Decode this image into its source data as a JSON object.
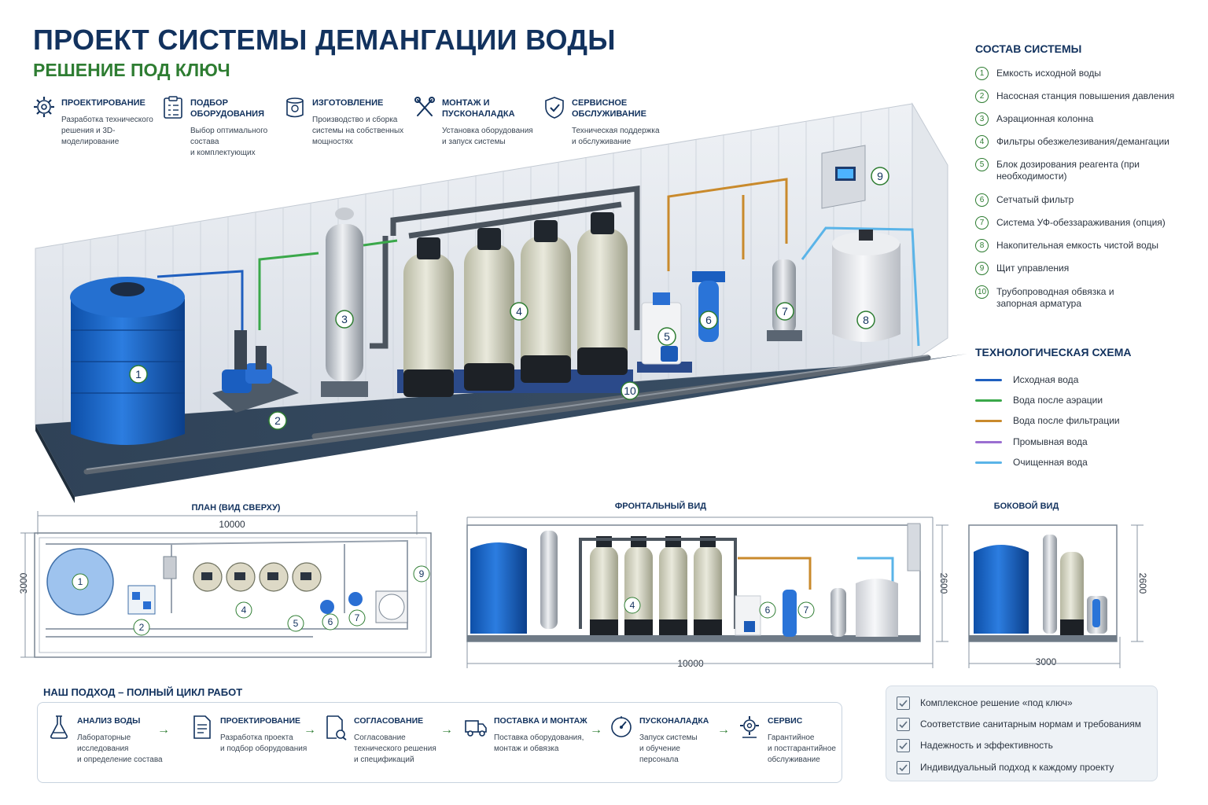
{
  "header": {
    "title": "ПРОЕКТ СИСТЕМЫ ДЕМАНГАЦИИ ВОДЫ",
    "subtitle": "РЕШЕНИЕ ПОД КЛЮЧ"
  },
  "services": [
    {
      "icon": "gear-icon",
      "title": "ПРОЕКТИРОВАНИЕ",
      "desc": [
        "Разработка технического",
        "решения и 3D-",
        "моделирование"
      ]
    },
    {
      "icon": "clipboard-icon",
      "title": "ПОДБОР ОБОРУДОВАНИЯ",
      "desc": [
        "Выбор оптимального",
        "состава",
        "и комплектующих"
      ]
    },
    {
      "icon": "tank-icon",
      "title": "ИЗГОТОВЛЕНИЕ",
      "desc": [
        "Производство и сборка",
        "системы на собственных",
        "мощностях"
      ]
    },
    {
      "icon": "tools-icon",
      "title": "МОНТАЖ И ПУСКОНАЛАДКА",
      "desc": [
        "Установка оборудования",
        "и запуск системы"
      ]
    },
    {
      "icon": "shield-check-icon",
      "title": "СЕРВИСНОЕ ОБСЛУЖИВАНИЕ",
      "desc": [
        "Техническая поддержка",
        "и обслуживание"
      ]
    }
  ],
  "composition": {
    "title": "СОСТАВ СИСТЕМЫ",
    "items": [
      {
        "num": "1",
        "text": "Емкость исходной воды"
      },
      {
        "num": "2",
        "text": "Насосная станция повышения давления"
      },
      {
        "num": "3",
        "text": "Аэрационная колонна"
      },
      {
        "num": "4",
        "text": "Фильтры обезжелезивания/демангации"
      },
      {
        "num": "5",
        "text": "Блок дозирования реагента (при необходимости)"
      },
      {
        "num": "6",
        "text": "Сетчатый фильтр"
      },
      {
        "num": "7",
        "text": "Система УФ-обеззараживания (опция)"
      },
      {
        "num": "8",
        "text": "Накопительная емкость чистой воды"
      },
      {
        "num": "9",
        "text": "Щит управления"
      },
      {
        "num": "10",
        "text": "Трубопроводная обвязка и запорная арматура"
      }
    ]
  },
  "scheme": {
    "title": "ТЕХНОЛОГИЧЕСКАЯ СХЕМА",
    "items": [
      {
        "text": "Исходная вода",
        "color": "#1f5fbf"
      },
      {
        "text": "Вода после аэрации",
        "color": "#3aa84a"
      },
      {
        "text": "Вода после фильтрации",
        "color": "#c98a2c"
      },
      {
        "text": "Промывная вода",
        "color": "#9b6fd1"
      },
      {
        "text": "Очищенная вода",
        "color": "#5ab4e8"
      }
    ]
  },
  "views": {
    "plan": {
      "title": "ПЛАН (ВИД СВЕРХУ)",
      "length": "10000",
      "width": "3000"
    },
    "front": {
      "title": "ФРОНТАЛЬНЫЙ ВИД",
      "length": "10000",
      "height": "2600"
    },
    "side": {
      "title": "БОКОВОЙ ВИД",
      "width": "3000",
      "height": "2600"
    }
  },
  "approach": {
    "title": "НАШ ПОДХОД – ПОЛНЫЙ ЦИКЛ РАБОТ",
    "steps": [
      {
        "icon": "flask-icon",
        "title": "АНАЛИЗ ВОДЫ",
        "desc": [
          "Лабораторные",
          "исследования",
          "и определение состава"
        ]
      },
      {
        "icon": "document-icon",
        "title": "ПРОЕКТИРОВАНИЕ",
        "desc": [
          "Разработка проекта",
          "и подбор оборудования"
        ]
      },
      {
        "icon": "approval-icon",
        "title": "СОГЛАСОВАНИЕ",
        "desc": [
          "Согласование",
          "технического решения",
          "и спецификаций"
        ]
      },
      {
        "icon": "truck-icon",
        "title": "ПОСТАВКА И МОНТАЖ",
        "desc": [
          "Поставка оборудования,",
          "монтаж и обвязка"
        ]
      },
      {
        "icon": "gauge-icon",
        "title": "ПУСКОНАЛАДКА",
        "desc": [
          "Запуск системы",
          "и обучение",
          "персонала"
        ]
      },
      {
        "icon": "service-gear-icon",
        "title": "СЕРВИС",
        "desc": [
          "Гарантийное",
          "и постгарантийное",
          "обслуживание"
        ]
      }
    ]
  },
  "benefits": [
    "Комплексное решение «под ключ»",
    "Соответствие санитарным нормам и требованиям",
    "Надежность и эффективность",
    "Индивидуальный подход к каждому проекту"
  ]
}
